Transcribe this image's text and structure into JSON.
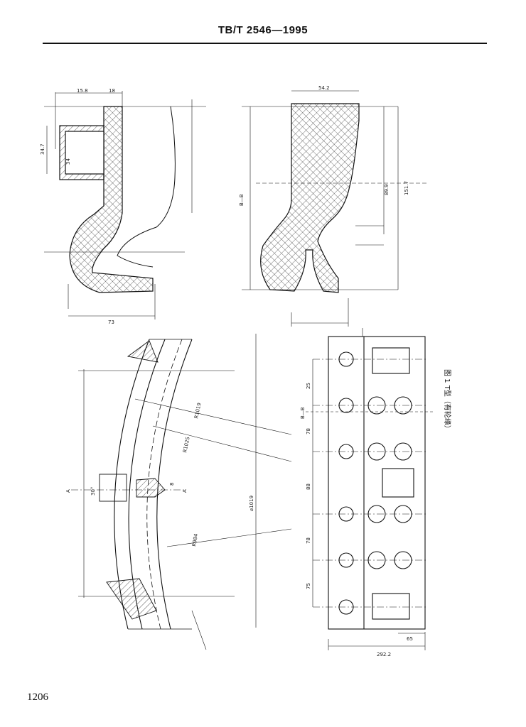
{
  "header": {
    "standard_number": "TB/T 2546—1995"
  },
  "footer": {
    "page_number": "1206"
  },
  "figure": {
    "caption": "图 1 T型（有轮缘）",
    "section_label": "B—B",
    "view_label": "A",
    "labels": {
      "top_left_width": "15.8",
      "top_left_right": "18",
      "left_height": "34.7",
      "left_small": "34",
      "left_bottom_width": "73",
      "top_right_width": "54.2",
      "right_total": "151.7",
      "right_mid": "89.9",
      "radius_big": "R1019",
      "radius_mid": "R1025",
      "radius_small": "R984",
      "angle": "30°",
      "slot": "8",
      "bottom_overall": "292.2",
      "bottom_right": "65",
      "hole_spacing_1": "25",
      "hole_spacing_2": "78",
      "hole_spacing_3": "88",
      "hole_spacing_4": "78",
      "hole_spacing_5": "75",
      "dia_label": "⌀1019"
    }
  }
}
